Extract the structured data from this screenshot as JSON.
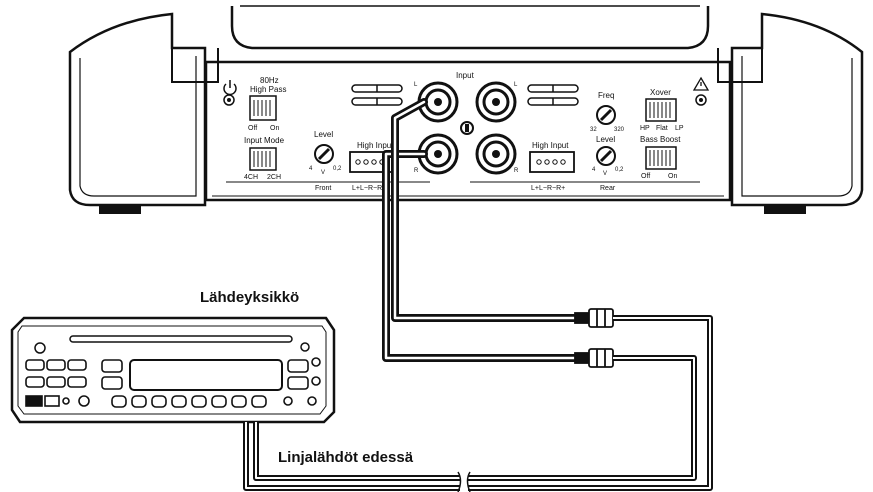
{
  "labels": {
    "hz80": "80Hz",
    "high_pass": "High Pass",
    "off_left": "Off",
    "on_left": "On",
    "input_mode": "Input Mode",
    "ch4": "4CH",
    "ch2": "2CH",
    "level_left": "Level",
    "lvl4_left": "4",
    "lvlv_left": "V",
    "lvl02_left": "0,2",
    "front": "Front",
    "high_input_left": "High Input",
    "lr_left": "L+L−R−R+",
    "input": "Input",
    "in_l1": "L",
    "in_l2": "L",
    "in_r1": "R",
    "in_r2": "R",
    "high_input_right": "High Input",
    "lr_right": "L+L−R−R+",
    "rear": "Rear",
    "freq": "Freq",
    "f32": "32",
    "f320": "320",
    "level_right": "Level",
    "lvl4_right": "4",
    "lvlv_right": "V",
    "lvl02_right": "0,2",
    "xover": "Xover",
    "hp": "HP",
    "flat": "Flat",
    "lp": "LP",
    "bass_boost": "Bass Boost",
    "off_right": "Off",
    "on_right": "On",
    "source_unit": "Lähdeyksikkö",
    "line_outputs": "Linjalähdöt edessä"
  },
  "icons": {
    "power": "power-icon",
    "warning": "warning-triangle-icon"
  }
}
